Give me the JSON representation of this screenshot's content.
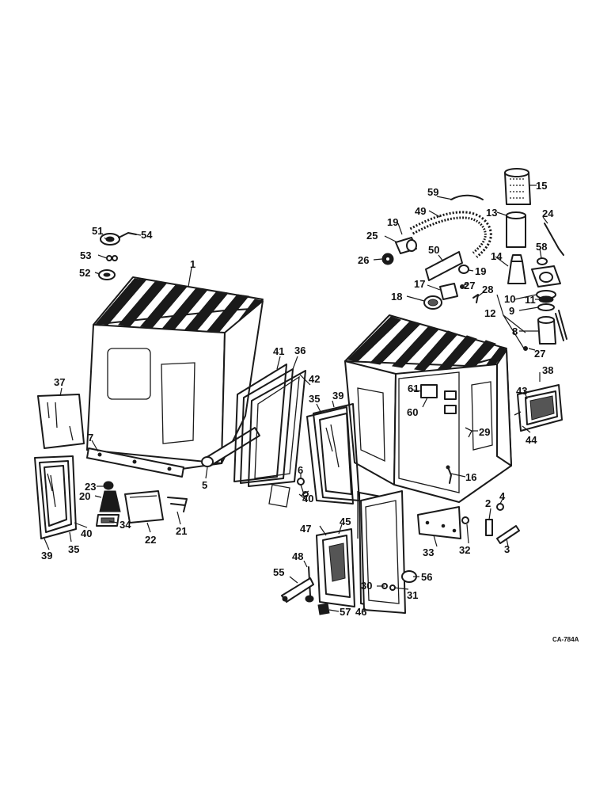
{
  "drawing_code": "CA-784A",
  "callouts": [
    "1",
    "2",
    "3",
    "4",
    "5",
    "6",
    "7",
    "8",
    "9",
    "10",
    "11",
    "12",
    "13",
    "14",
    "15",
    "16",
    "17",
    "18",
    "19",
    "19",
    "20",
    "21",
    "22",
    "23",
    "24",
    "25",
    "26",
    "27",
    "27",
    "28",
    "29",
    "30",
    "31",
    "32",
    "33",
    "34",
    "35",
    "35",
    "36",
    "37",
    "38",
    "39",
    "39",
    "40",
    "40",
    "41",
    "42",
    "43",
    "44",
    "45",
    "46",
    "47",
    "48",
    "49",
    "50",
    "51",
    "52",
    "53",
    "54",
    "55",
    "56",
    "57",
    "58",
    "59",
    "60",
    "61"
  ]
}
